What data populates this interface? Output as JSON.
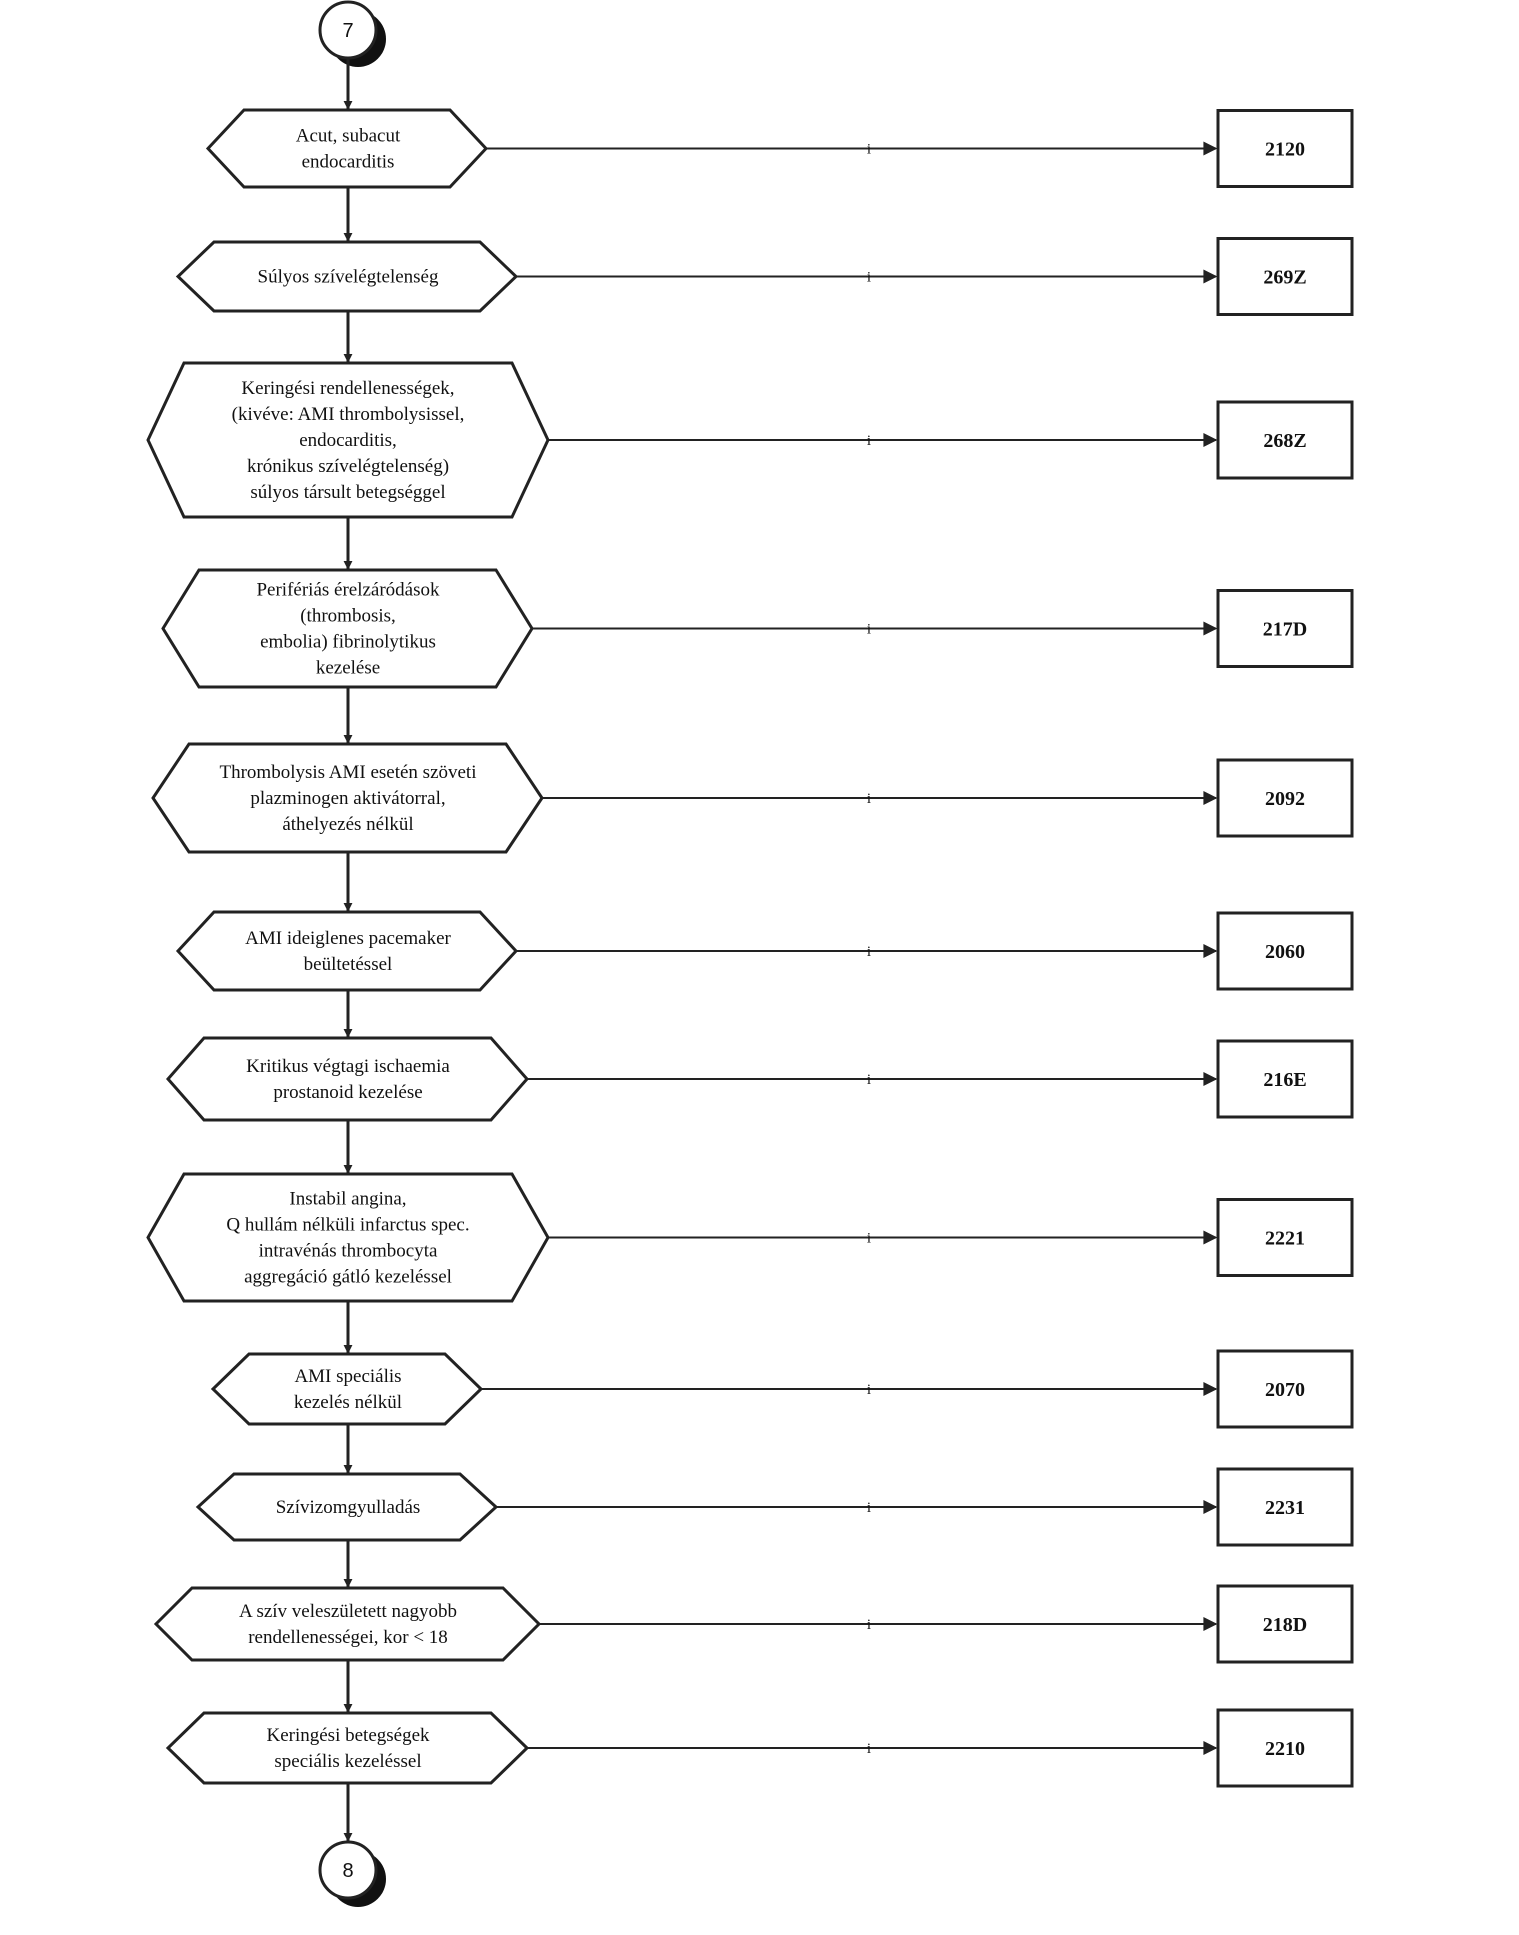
{
  "connectors": {
    "top": "7",
    "bottom": "8"
  },
  "branch_label": "i",
  "steps": [
    {
      "lines": [
        "Acut, subacut",
        "endocarditis"
      ],
      "code": "2120"
    },
    {
      "lines": [
        "Súlyos szívelégtelenség"
      ],
      "code": "269Z"
    },
    {
      "lines": [
        "Keringési rendellenességek,",
        "(kivéve: AMI thrombolysissel,",
        "endocarditis,",
        "krónikus szívelégtelenség)",
        "súlyos társult betegséggel"
      ],
      "code": "268Z"
    },
    {
      "lines": [
        "Perifériás érelzáródások",
        "(thrombosis,",
        "embolia) fibrinolytikus",
        "kezelése"
      ],
      "code": "217D"
    },
    {
      "lines": [
        "Thrombolysis AMI esetén szöveti",
        "plazminogen aktivátorral,",
        "áthelyezés nélkül"
      ],
      "code": "2092"
    },
    {
      "lines": [
        "AMI  ideiglenes pacemaker",
        "beültetéssel"
      ],
      "code": "2060"
    },
    {
      "lines": [
        "Kritikus végtagi ischaemia",
        "prostanoid kezelése"
      ],
      "code": "216E"
    },
    {
      "lines": [
        "Instabil angina,",
        "Q hullám nélküli infarctus spec.",
        "intravénás thrombocyta",
        "aggregáció gátló kezeléssel"
      ],
      "code": "2221"
    },
    {
      "lines": [
        "AMI speciális",
        "kezelés nélkül"
      ],
      "code": "2070"
    },
    {
      "lines": [
        "Szívizomgyulladás"
      ],
      "code": "2231"
    },
    {
      "lines": [
        "A szív veleszületett nagyobb",
        "rendellenességei, kor < 18"
      ],
      "code": "218D"
    },
    {
      "lines": [
        "Keringési betegségek",
        "speciális kezeléssel"
      ],
      "code": "2210"
    }
  ]
}
